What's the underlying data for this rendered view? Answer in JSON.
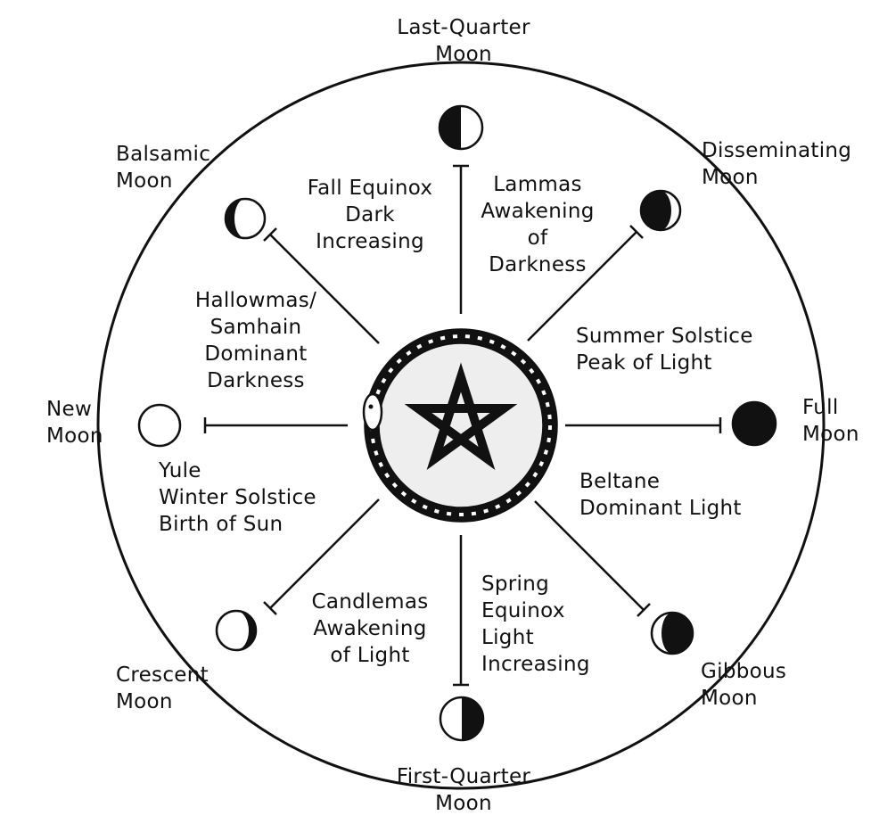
{
  "moons": {
    "last_quarter": {
      "line1": "Last-Quarter",
      "line2": "Moon"
    },
    "disseminating": {
      "line1": "Disseminating",
      "line2": "Moon"
    },
    "full": {
      "line1": "Full",
      "line2": "Moon"
    },
    "gibbous": {
      "line1": "Gibbous",
      "line2": "Moon"
    },
    "first_quarter": {
      "line1": "First-Quarter",
      "line2": "Moon"
    },
    "crescent": {
      "line1": "Crescent",
      "line2": "Moon"
    },
    "new": {
      "line1": "New",
      "line2": "Moon"
    },
    "balsamic": {
      "line1": "Balsamic",
      "line2": "Moon"
    }
  },
  "festivals": {
    "fall_equinox": {
      "line1": "Fall Equinox",
      "line2": "Dark",
      "line3": "Increasing"
    },
    "lammas": {
      "line1": "Lammas",
      "line2": "Awakening",
      "line3": "of",
      "line4": "Darkness"
    },
    "summer_solstice": {
      "line1": "Summer Solstice",
      "line2": "Peak of Light"
    },
    "beltane": {
      "line1": "Beltane",
      "line2": "Dominant Light"
    },
    "spring_equinox": {
      "line1": "Spring",
      "line2": "Equinox",
      "line3": "Light",
      "line4": "Increasing"
    },
    "candlemas": {
      "line1": "Candlemas",
      "line2": "Awakening",
      "line3": "of Light"
    },
    "yule": {
      "line1": "Yule",
      "line2": "Winter Solstice",
      "line3": "Birth of Sun"
    },
    "hallowmas": {
      "line1": "Hallowmas/",
      "line2": "Samhain",
      "line3": "Dominant",
      "line4": "Darkness"
    }
  },
  "colors": {
    "ink": "#111111",
    "paper": "#ffffff",
    "center_fill": "#eeeeee"
  },
  "icons": [
    "pentagram-icon",
    "ouroboros-icon",
    "moon-phase-icon"
  ]
}
